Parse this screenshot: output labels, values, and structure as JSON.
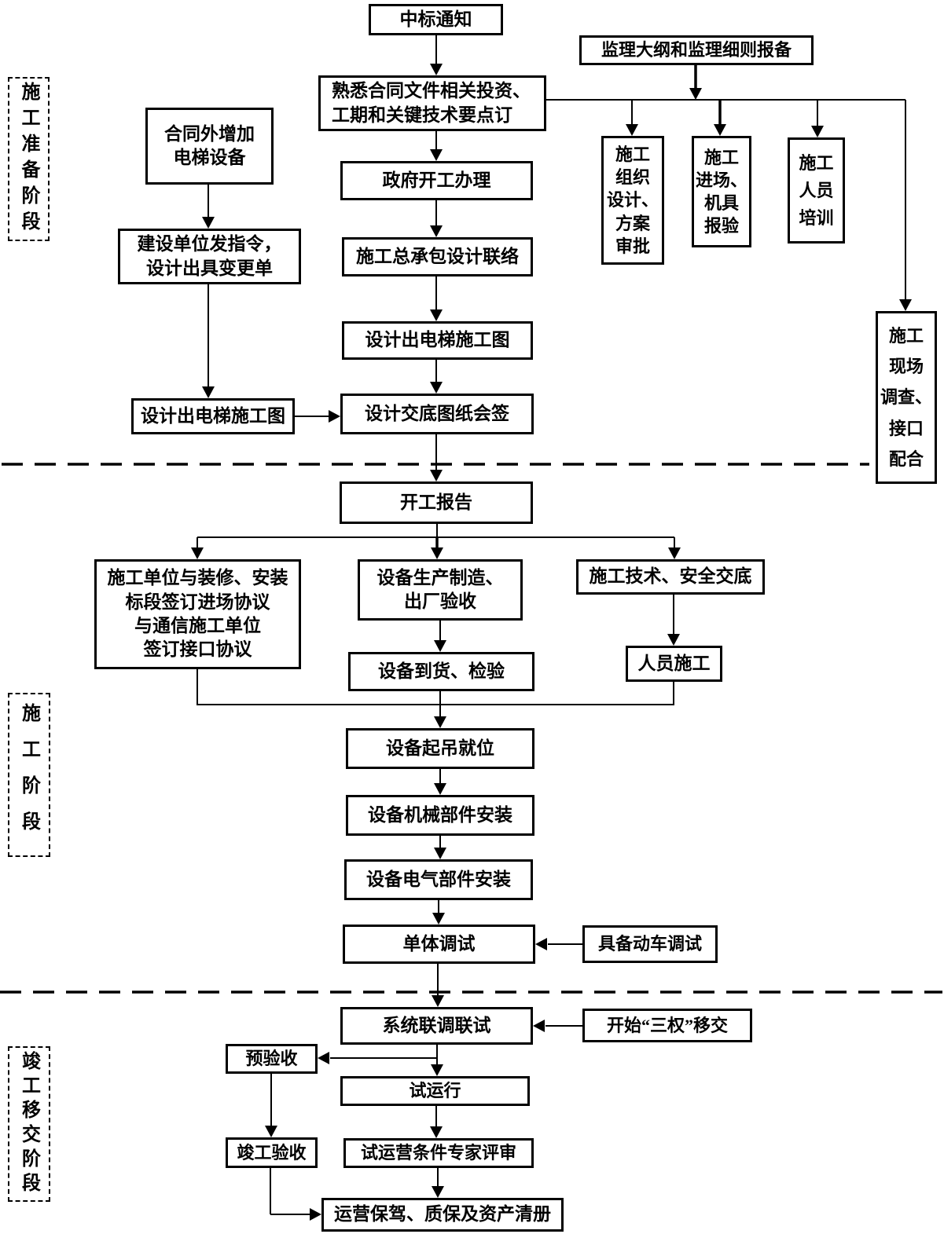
{
  "diagram": {
    "background_color": "#ffffff",
    "line_color": "#000000",
    "phases": [
      {
        "label": "施工准备阶段"
      },
      {
        "label": "施工阶段"
      },
      {
        "label": "竣工移交阶段"
      }
    ],
    "nodes": {
      "win_notice": {
        "label": "中标通知"
      },
      "familiarize": {
        "label": "熟悉合同文件相关投资、\n工期和关键技术要点订"
      },
      "supervision_filing": {
        "label": "监理大纲和监理细则报备"
      },
      "gov_formalities": {
        "label": "政府开工办理"
      },
      "epc_design_liaison": {
        "label": "施工总承包设计联络"
      },
      "elevator_drawings": {
        "label": "设计出电梯施工图"
      },
      "design_disclosure": {
        "label": "设计交底图纸会签"
      },
      "extra_elevator": {
        "label": "合同外增加\n电梯设备"
      },
      "owner_change_order": {
        "label": "建设单位发指令，\n设计出具变更单"
      },
      "elevator_drawings_left": {
        "label": "设计出电梯施工图"
      },
      "org_design_approval": {
        "label": "施工\n组织\n设计、\n方案\n审批"
      },
      "entry_equipment_check": {
        "label": "施工\n进场、\n机具\n报验"
      },
      "personnel_training": {
        "label": "施工\n人员\n培训"
      },
      "site_survey_interface": {
        "label": "施工\n现场\n调查、\n接口\n配合"
      },
      "start_report": {
        "label": "开工报告"
      },
      "agreements": {
        "label": "施工单位与装修、安装\n标段签订进场协议\n与通信施工单位\n签订接口协议"
      },
      "manufacture_acceptance": {
        "label": "设备生产制造、\n出厂验收"
      },
      "tech_safety_disclosure": {
        "label": "施工技术、安全交底"
      },
      "delivery_inspection": {
        "label": "设备到货、检验"
      },
      "personnel_construction": {
        "label": "人员施工"
      },
      "hoisting": {
        "label": "设备起吊就位"
      },
      "mechanical_install": {
        "label": "设备机械部件安装"
      },
      "electrical_install": {
        "label": "设备电气部件安装"
      },
      "unit_commissioning": {
        "label": "单体调试"
      },
      "vehicle_test_ready": {
        "label": "具备动车调试"
      },
      "system_joint_test": {
        "label": "系统联调联试"
      },
      "three_rights_transfer": {
        "label": "开始“三权”移交"
      },
      "pre_acceptance": {
        "label": "预验收"
      },
      "trial_operation": {
        "label": "试运行"
      },
      "completion_acceptance": {
        "label": "竣工验收"
      },
      "expert_review": {
        "label": "试运营条件专家评审"
      },
      "operation_support": {
        "label": "运营保驾、质保及资产清册"
      }
    }
  }
}
